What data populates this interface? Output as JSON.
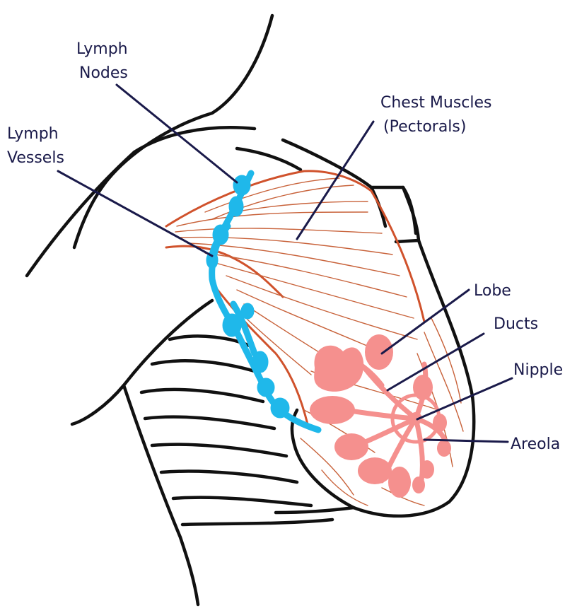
{
  "diagram": {
    "labels": {
      "lymph_nodes": [
        "Lymph",
        "Nodes"
      ],
      "lymph_vessels": [
        "Lymph",
        "Vessels"
      ],
      "chest_muscles": [
        "Chest Muscles",
        "(Pectorals)"
      ],
      "lobe": "Lobe",
      "ducts": "Ducts",
      "nipple": "Nipple",
      "areola": "Areola"
    },
    "colors": {
      "outline": "#111111",
      "muscle": "#d0522c",
      "lymph": "#1fb8ea",
      "gland": "#f5908e",
      "label_text": "#1a1a4a"
    }
  }
}
